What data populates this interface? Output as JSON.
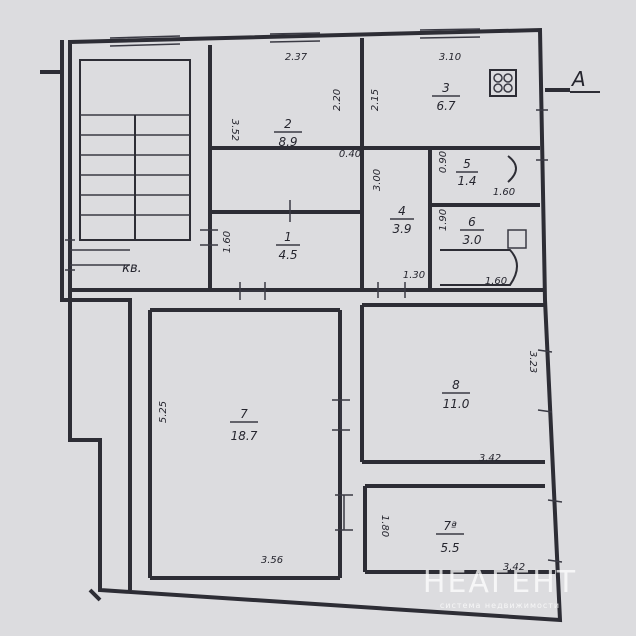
{
  "section_marker": "A",
  "stair_label": "кв.",
  "rooms": [
    {
      "id": "2",
      "number": "2",
      "area": "8.9"
    },
    {
      "id": "3",
      "number": "3",
      "area": "6.7"
    },
    {
      "id": "1",
      "number": "1",
      "area": "4.5"
    },
    {
      "id": "4",
      "number": "4",
      "area": "3.9"
    },
    {
      "id": "5",
      "number": "5",
      "area": "1.4"
    },
    {
      "id": "6",
      "number": "6",
      "area": "3.0"
    },
    {
      "id": "7",
      "number": "7",
      "area": "18.7"
    },
    {
      "id": "8",
      "number": "8",
      "area": "11.0"
    },
    {
      "id": "7a",
      "number": "7ª",
      "area": "5.5"
    }
  ],
  "dimensions": [
    {
      "id": "room2-top",
      "text": "2.37"
    },
    {
      "id": "room2-left",
      "text": "3.52"
    },
    {
      "id": "room2-right",
      "text": "2.20"
    },
    {
      "id": "room2-corner",
      "text": "0.40"
    },
    {
      "id": "room3-top",
      "text": "3.10"
    },
    {
      "id": "room3-left",
      "text": "2.15"
    },
    {
      "id": "room4-left",
      "text": "3.00"
    },
    {
      "id": "room4-bottom",
      "text": "1.30"
    },
    {
      "id": "room5-side",
      "text": "0.90"
    },
    {
      "id": "room5-bottom",
      "text": "1.60"
    },
    {
      "id": "room6-side",
      "text": "1.90"
    },
    {
      "id": "room6-bottom",
      "text": "1.60"
    },
    {
      "id": "room1-left",
      "text": "1.60"
    },
    {
      "id": "room7-left",
      "text": "5.25"
    },
    {
      "id": "room7-bottom",
      "text": "3.56"
    },
    {
      "id": "room8-right",
      "text": "3.23"
    },
    {
      "id": "room8-bottom",
      "text": "3.42"
    },
    {
      "id": "room7a-left",
      "text": "1.80"
    },
    {
      "id": "room7a-bottom",
      "text": "3.42"
    }
  ],
  "watermark": {
    "brand": "НЕАГЕНТ",
    "tagline": "система недвижимости"
  }
}
